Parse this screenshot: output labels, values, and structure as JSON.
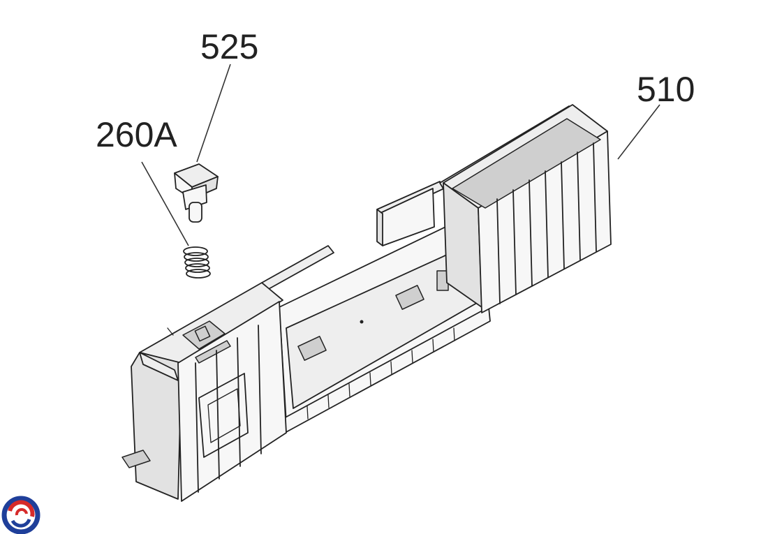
{
  "labels": {
    "part_525": "525",
    "part_260a": "260A",
    "part_510": "510"
  },
  "colors": {
    "line": "#222222",
    "logo_blue": "#1f3f9a",
    "logo_red": "#d62a2a"
  },
  "icons": {
    "corner_logo": "swirl-logo-icon"
  }
}
